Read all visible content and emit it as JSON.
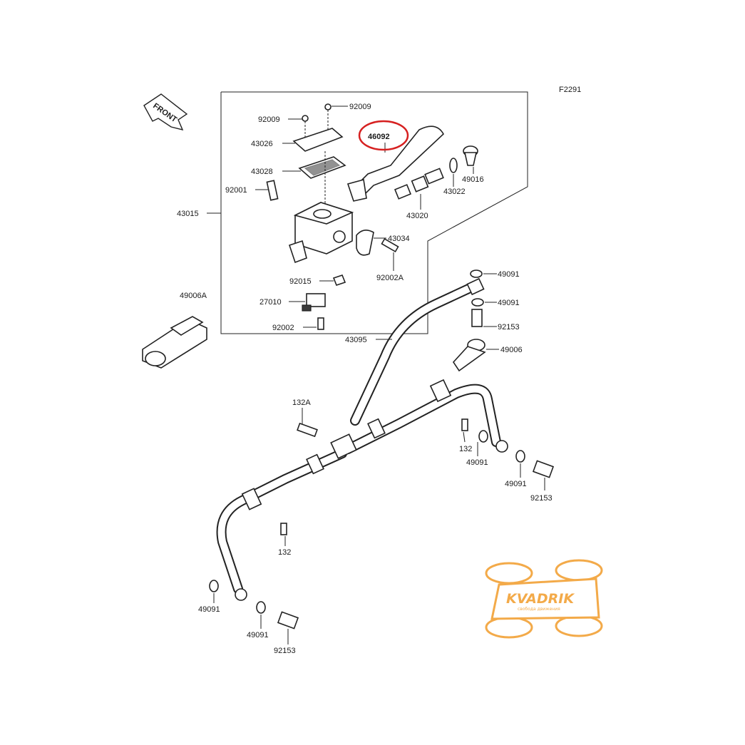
{
  "figure_code": "F2291",
  "front_label": "FRONT",
  "highlight_color": "#d62020",
  "watermark": {
    "brand": "KVADRIK",
    "tagline": "свобода движения",
    "color": "#f2a33a"
  },
  "labels": {
    "p92009a": "92009",
    "p92009b": "92009",
    "p46092": "46092",
    "p43026": "43026",
    "p43028": "43028",
    "p92001": "92001",
    "p43015": "43015",
    "p49016": "49016",
    "p43022": "43022",
    "p43020": "43020",
    "p43034": "43034",
    "p92002A": "92002A",
    "p92015": "92015",
    "p49006A": "49006A",
    "p27010": "27010",
    "p92002": "92002",
    "p49091a": "49091",
    "p49091b": "49091",
    "p92153a": "92153",
    "p43095": "43095",
    "p49006": "49006",
    "p132A": "132A",
    "p132a": "132",
    "p49091c": "49091",
    "p49091d": "49091",
    "p92153b": "92153",
    "p132b": "132",
    "p49091e": "49091",
    "p49091f": "49091",
    "p92153c": "92153"
  }
}
